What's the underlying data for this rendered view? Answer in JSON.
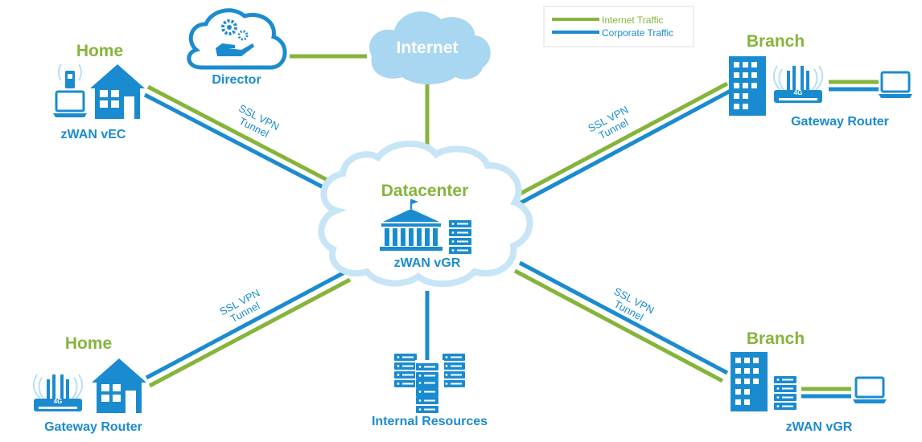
{
  "colors": {
    "internet_traffic": "#86b43b",
    "corporate_traffic": "#1b8bd0",
    "cloud_light": "#c7e5f6",
    "cloud_mid": "#a9d6f0",
    "icon_blue": "#1b8bd0"
  },
  "legend": {
    "internet_traffic": "Internet Traffic",
    "corporate_traffic": "Corporate Traffic"
  },
  "internet": {
    "label": "Internet"
  },
  "director": {
    "label": "Director"
  },
  "datacenter": {
    "title": "Datacenter",
    "device_label": "zWAN vGR"
  },
  "internal_resources": {
    "label": "Internal Resources"
  },
  "home_top": {
    "title": "Home",
    "device_label": "zWAN vEC"
  },
  "home_bottom": {
    "title": "Home",
    "device_label": "Gateway Router"
  },
  "branch_top": {
    "title": "Branch",
    "device_label": "Gateway Router"
  },
  "branch_bottom": {
    "title": "Branch",
    "device_label": "zWAN vGR"
  },
  "tunnels": {
    "top_left": [
      "SSL VPN",
      "Tunnel"
    ],
    "bottom_left": [
      "SSL VPN",
      "Tunnel"
    ],
    "top_right": [
      "SSL VPN",
      "Tunnel"
    ],
    "bottom_right": [
      "SSL VPN",
      "Tunnel"
    ]
  },
  "router_badge": "4G",
  "icons": [
    "cloud-icon",
    "gear-hand-icon",
    "house-icon",
    "laptop-icon",
    "usb-modem-icon",
    "router-icon",
    "building-icon",
    "server-icon",
    "datacenter-building-icon"
  ]
}
